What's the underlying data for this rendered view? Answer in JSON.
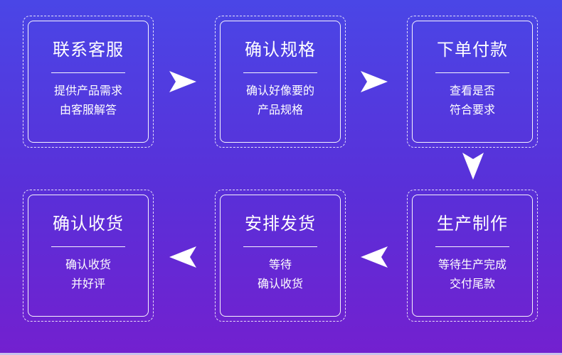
{
  "steps": [
    {
      "title": "联系客服",
      "desc": [
        "提供产品需求",
        "由客服解答"
      ]
    },
    {
      "title": "确认规格",
      "desc": [
        "确认好像要的",
        "产品规格"
      ]
    },
    {
      "title": "下单付款",
      "desc": [
        "查看是否",
        "符合要求"
      ]
    },
    {
      "title": "生产制作",
      "desc": [
        "等待生产完成",
        "交付尾款"
      ]
    },
    {
      "title": "安排发货",
      "desc": [
        "等待",
        "确认收货"
      ]
    },
    {
      "title": "确认收货",
      "desc": [
        "确认收货",
        "并好评"
      ]
    }
  ],
  "colors": {
    "bg_top": "#4a46e6",
    "bg_bottom": "#7320cf",
    "line": "#ffffff"
  },
  "icons": [
    "arrow-right-icon",
    "arrow-down-icon",
    "arrow-left-icon"
  ]
}
